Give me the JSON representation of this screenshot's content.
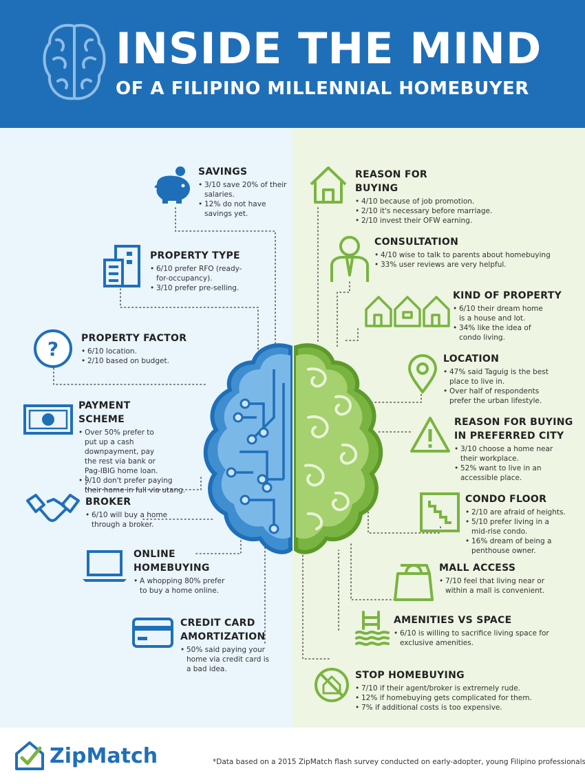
{
  "header": {
    "title": "INSIDE THE MIND",
    "subtitle": "OF A FILIPINO MILLENNIAL HOMEBUYER"
  },
  "left_sections": {
    "savings": {
      "title": "SAVINGS",
      "items": [
        "3/10 save 20% of their salaries.",
        "12% do not have savings yet."
      ]
    },
    "property_type": {
      "title": "PROPERTY TYPE",
      "items": [
        "6/10 prefer RFO (ready-for-occupancy).",
        "3/10 prefer pre-selling."
      ]
    },
    "property_factor": {
      "title": "PROPERTY FACTOR",
      "items": [
        "6/10 location.",
        "2/10 based on budget."
      ]
    },
    "payment_scheme": {
      "title": "PAYMENT SCHEME",
      "items": [
        "Over 50% prefer to put up a cash downpayment, pay the rest via bank or Pag-IBIG home loan.",
        "9/10 don't prefer paying their home in full via utang."
      ]
    },
    "broker": {
      "title": "BROKER",
      "items": [
        "6/10 will buy a home through a broker."
      ]
    },
    "online_homebuying": {
      "title": "ONLINE HOMEBUYING",
      "items": [
        "A whopping 80% prefer to buy a home online."
      ]
    },
    "credit_card": {
      "title": "CREDIT CARD AMORTIZATION",
      "items": [
        "50% said paying your home via credit card is a bad idea."
      ]
    }
  },
  "right_sections": {
    "reason_for_buying": {
      "title": "REASON FOR BUYING",
      "items": [
        "4/10 because of job promotion.",
        "2/10 it's necessary before marriage.",
        "2/10 invest their OFW earning."
      ]
    },
    "consultation": {
      "title": "CONSULTATION",
      "items": [
        "4/10 wise to talk to parents about homebuying",
        "33% user reviews are very helpful."
      ]
    },
    "kind_of_property": {
      "title": "KIND OF PROPERTY",
      "items": [
        "6/10 their dream home is a house and lot.",
        "34% like the idea of condo living."
      ]
    },
    "location": {
      "title": "LOCATION",
      "items": [
        "47% said Taguig is the best place to live in.",
        "Over half of respondents prefer the urban lifestyle."
      ]
    },
    "reason_city": {
      "title": "REASON FOR BUYING IN PREFERRED CITY",
      "items": [
        "3/10 choose a home near their workplace.",
        "52% want to live in an accessible place."
      ]
    },
    "condo_floor": {
      "title": "CONDO FLOOR",
      "items": [
        "2/10 are afraid of heights.",
        "5/10 prefer living in a mid-rise condo.",
        "16% dream of being a penthouse owner."
      ]
    },
    "mall_access": {
      "title": "MALL ACCESS",
      "items": [
        "7/10 feel that living near or within a mall is convenient."
      ]
    },
    "amenities": {
      "title": "AMENITIES VS SPACE",
      "items": [
        "6/10 is willing to sacrifice living space for exclusive amenities."
      ]
    },
    "stop_homebuying": {
      "title": "STOP HOMEBUYING",
      "items": [
        "7/10 if their agent/broker is extremely rude.",
        "12% if homebuying gets complicated for them.",
        "7% if additional costs is too expensive."
      ]
    }
  },
  "footer": {
    "logo": "ZipMatch",
    "note": "*Data based on a 2015 ZipMatch flash survey conducted on early-adopter, young Filipino professionals."
  },
  "colors": {
    "blue": "#1f6fb8",
    "green": "#7ab440",
    "left_bg": "#eaf5fc",
    "right_bg": "#eef5e3"
  }
}
